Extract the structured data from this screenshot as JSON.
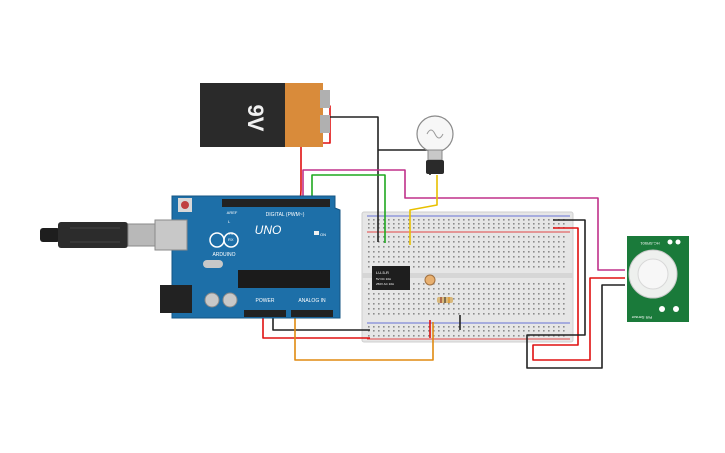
{
  "battery": {
    "label": "9V"
  },
  "arduino": {
    "brand": "ARDUINO",
    "model": "UNO",
    "digital_label": "DIGITAL (PWM~)",
    "power_label": "POWER",
    "analog_label": "ANALOG IN",
    "led_l": "L",
    "led_tx": "TX",
    "led_rx": "RX",
    "on_label": "ON",
    "aref_label": "AREF"
  },
  "relay": {
    "line1": "LU-5-R",
    "line2": "5V DC 10A",
    "line3": "250V AC 10A"
  },
  "pir": {
    "label_top": "HC-SR501",
    "label_bottom": "PIR Sensor"
  },
  "colors": {
    "wire_red": "#e01010",
    "wire_black": "#222222",
    "wire_magenta": "#c0308a",
    "wire_green": "#1fa81f",
    "wire_yellow": "#e8c000",
    "wire_orange": "#e08a10",
    "board_blue": "#1d6fa8",
    "pir_green": "#1a7a3a"
  }
}
